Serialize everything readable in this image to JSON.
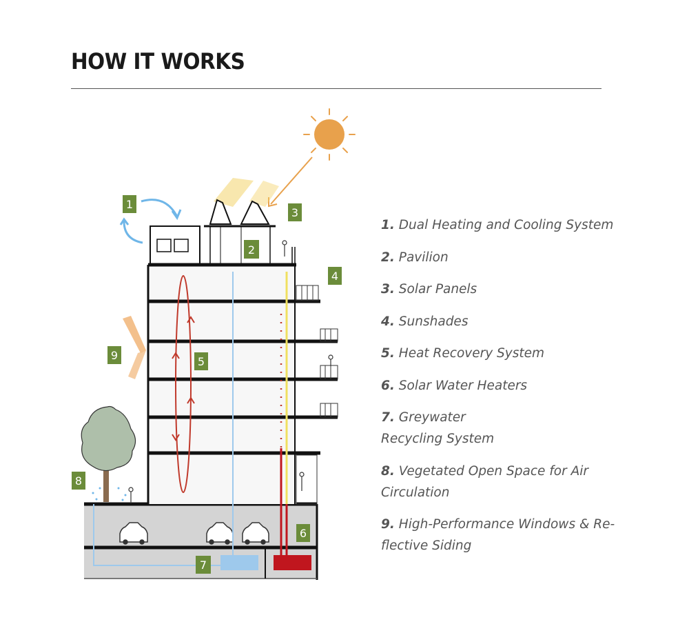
{
  "title": "HOW IT WORKS",
  "colors": {
    "badge": "#6b8c3a",
    "sun": "#e8a14c",
    "heat": "#c0392b",
    "water": "#9ec9ec",
    "solar_beam": "#f3d36b",
    "asphalt": "#d4d4d4"
  },
  "badges": [
    "1",
    "2",
    "3",
    "4",
    "5",
    "6",
    "7",
    "8",
    "9"
  ],
  "legend": [
    {
      "num": "1.",
      "text": "Dual Heating and Cooling System"
    },
    {
      "num": "2.",
      "text": "Pavilion"
    },
    {
      "num": "3.",
      "text": "Solar Panels"
    },
    {
      "num": "4.",
      "text": "Sunshades"
    },
    {
      "num": "5.",
      "text": "Heat Recovery System"
    },
    {
      "num": "6.",
      "text": "Solar Water Heaters"
    },
    {
      "num": "7.",
      "text": "Greywater",
      "text2": "Recycling System"
    },
    {
      "num": "8.",
      "text": "Vegetated Open Space for Air",
      "text2": "Circulation"
    },
    {
      "num": "9.",
      "text": "High-Performance Windows & Re-",
      "text2": "flective Siding"
    }
  ]
}
